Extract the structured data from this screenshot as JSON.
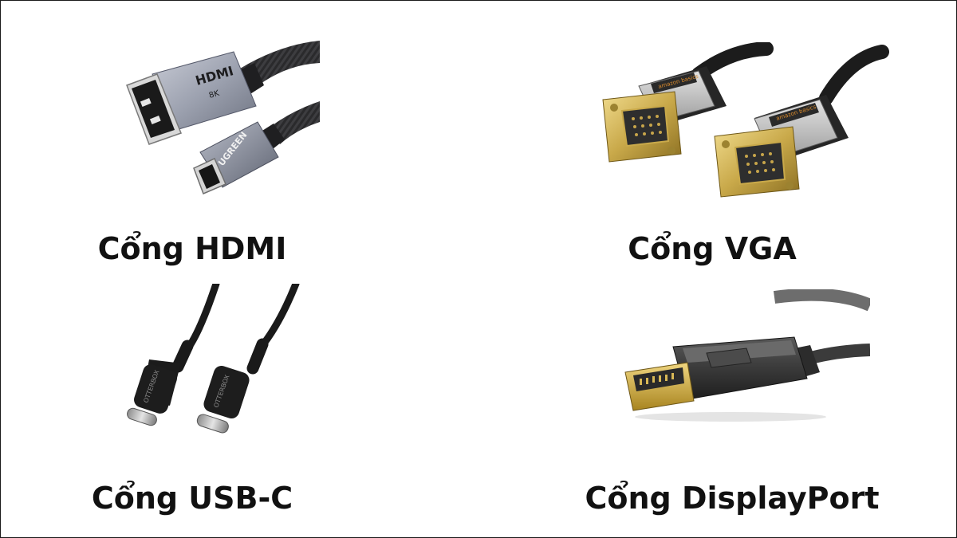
{
  "panels": {
    "hdmi": {
      "label": "Cổng HDMI",
      "brand": "UGREEN",
      "logo": "HDMI",
      "spec": "8K"
    },
    "vga": {
      "label": "Cổng VGA",
      "brand": "amazon basics"
    },
    "usbc": {
      "label": "Cổng USB-C",
      "brand": "OTTERBOX"
    },
    "displayport": {
      "label": "Cổng DisplayPort"
    }
  }
}
